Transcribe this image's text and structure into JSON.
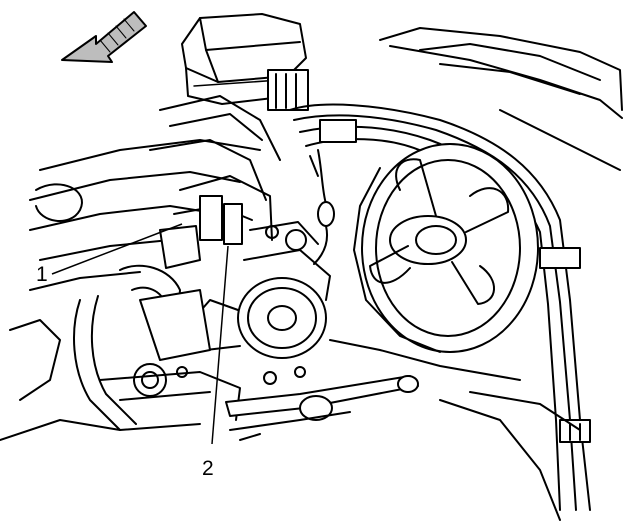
{
  "diagram": {
    "callouts": [
      {
        "id": "1",
        "label": "1"
      },
      {
        "id": "2",
        "label": "2"
      }
    ],
    "colors": {
      "line": "#000000",
      "fill": "#ffffff",
      "arrow_fill": "#bdbdbd"
    },
    "icons": {
      "direction_arrow": "front-direction-arrow-icon"
    }
  }
}
